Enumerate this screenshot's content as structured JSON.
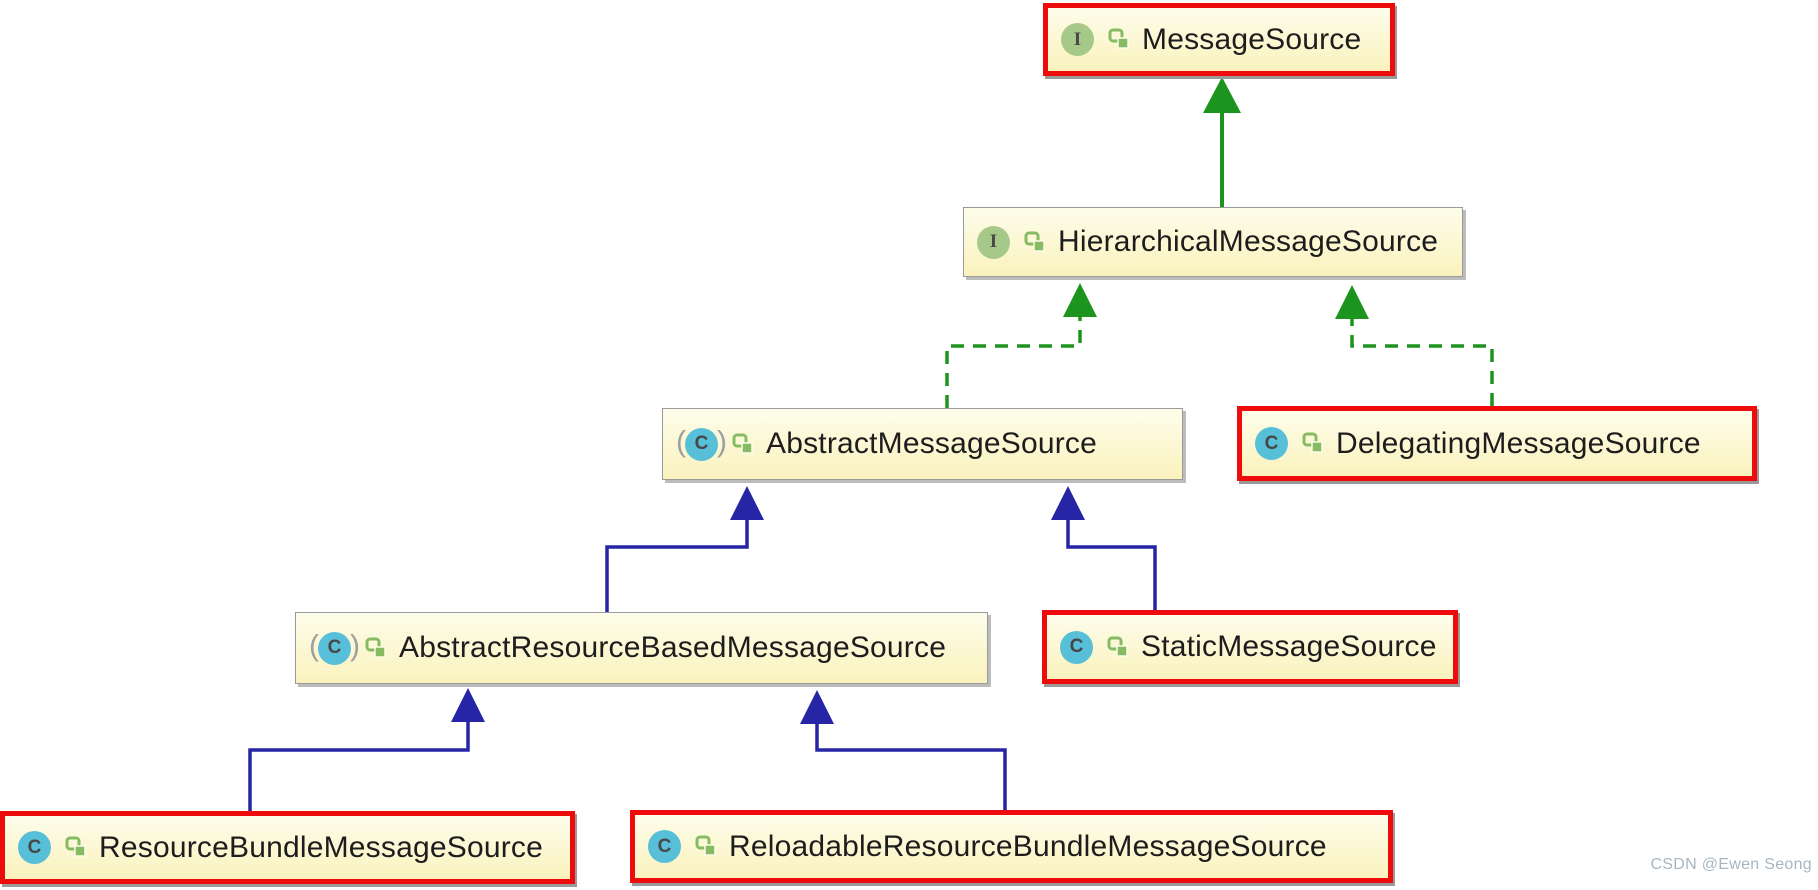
{
  "diagram": {
    "nodes": [
      {
        "id": "message-source",
        "label": "MessageSource",
        "kind": "interface",
        "icon_letter": "I",
        "highlighted": true
      },
      {
        "id": "hierarchical-message-source",
        "label": "HierarchicalMessageSource",
        "kind": "interface",
        "icon_letter": "I",
        "highlighted": false
      },
      {
        "id": "abstract-message-source",
        "label": "AbstractMessageSource",
        "kind": "abstract-class",
        "icon_letter": "C",
        "highlighted": false
      },
      {
        "id": "delegating-message-source",
        "label": "DelegatingMessageSource",
        "kind": "class",
        "icon_letter": "C",
        "highlighted": true
      },
      {
        "id": "abstract-resource-based-message-source",
        "label": "AbstractResourceBasedMessageSource",
        "kind": "abstract-class",
        "icon_letter": "C",
        "highlighted": false
      },
      {
        "id": "static-message-source",
        "label": "StaticMessageSource",
        "kind": "class",
        "icon_letter": "C",
        "highlighted": true
      },
      {
        "id": "resource-bundle-message-source",
        "label": "ResourceBundleMessageSource",
        "kind": "class",
        "icon_letter": "C",
        "highlighted": true
      },
      {
        "id": "reloadable-resource-bundle-message-source",
        "label": "ReloadableResourceBundleMessageSource",
        "kind": "class",
        "icon_letter": "C",
        "highlighted": true
      }
    ],
    "edges": [
      {
        "from": "HierarchicalMessageSource",
        "to": "MessageSource",
        "type": "extends",
        "style": "solid-green"
      },
      {
        "from": "AbstractMessageSource",
        "to": "HierarchicalMessageSource",
        "type": "implements",
        "style": "dashed-green"
      },
      {
        "from": "DelegatingMessageSource",
        "to": "HierarchicalMessageSource",
        "type": "implements",
        "style": "dashed-green"
      },
      {
        "from": "AbstractResourceBasedMessageSource",
        "to": "AbstractMessageSource",
        "type": "extends",
        "style": "solid-blue"
      },
      {
        "from": "StaticMessageSource",
        "to": "AbstractMessageSource",
        "type": "extends",
        "style": "solid-blue"
      },
      {
        "from": "ResourceBundleMessageSource",
        "to": "AbstractResourceBasedMessageSource",
        "type": "extends",
        "style": "solid-blue"
      },
      {
        "from": "ReloadableResourceBundleMessageSource",
        "to": "AbstractResourceBasedMessageSource",
        "type": "extends",
        "style": "solid-blue"
      }
    ],
    "colors": {
      "highlight_border": "#ee0b0b",
      "interface_edge_green": "#1d941d",
      "class_edge_blue": "#2525a5",
      "node_background": "#fcf6cb",
      "interface_icon": "#a6c989",
      "class_icon": "#58bfd9",
      "lock_icon": "#86bb64"
    },
    "watermark": "CSDN @Ewen Seong"
  }
}
